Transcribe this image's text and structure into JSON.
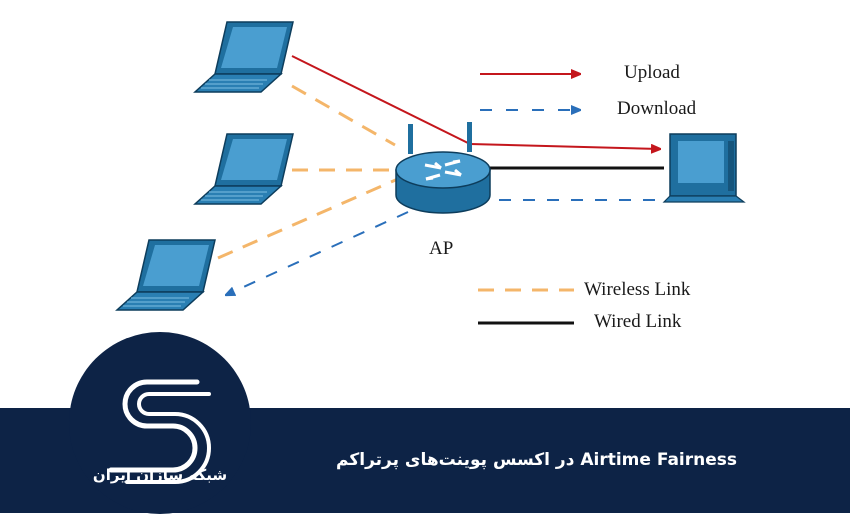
{
  "diagram": {
    "ap_label": "AP",
    "legend": {
      "upload": "Upload",
      "download": "Download",
      "wireless": "Wireless Link",
      "wired": "Wired Link"
    },
    "colors": {
      "upload": "#c4161c",
      "download": "#2a6fba",
      "wireless": "#f4b66a",
      "wired": "#111111",
      "device_blue": "#1f6f9f"
    },
    "icons": [
      "laptop-icon",
      "laptop-icon",
      "laptop-icon",
      "router-icon",
      "desktop-computer-icon"
    ]
  },
  "footer": {
    "headline": "Airtime Fairness در اکسس پوینت‌های پرتراکم",
    "brand": "شبکه سازان ایران",
    "colors": {
      "bar": "#0d2346",
      "text": "#ffffff"
    }
  }
}
